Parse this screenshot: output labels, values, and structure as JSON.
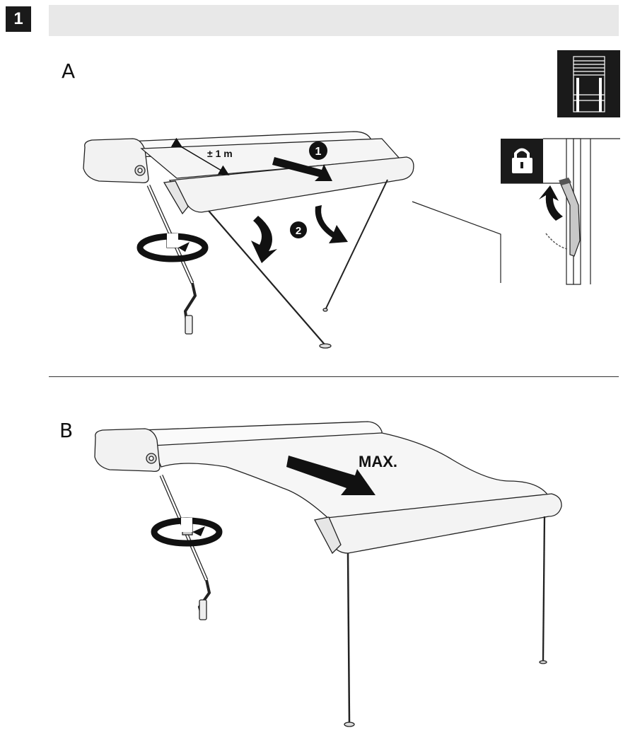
{
  "step": {
    "number": "1"
  },
  "sections": {
    "a": {
      "label": "A",
      "distance_label": "± 1 m",
      "step_one": "1",
      "step_two": "2"
    },
    "b": {
      "label": "B",
      "extension_label": "MAX."
    }
  },
  "icons": {
    "ladder": "ladder-icon",
    "lock": "lock-icon"
  },
  "colors": {
    "dark": "#1a1a1a",
    "header": "#e8e8e8",
    "fabric": "#f4f4f4",
    "stroke": "#222222"
  }
}
